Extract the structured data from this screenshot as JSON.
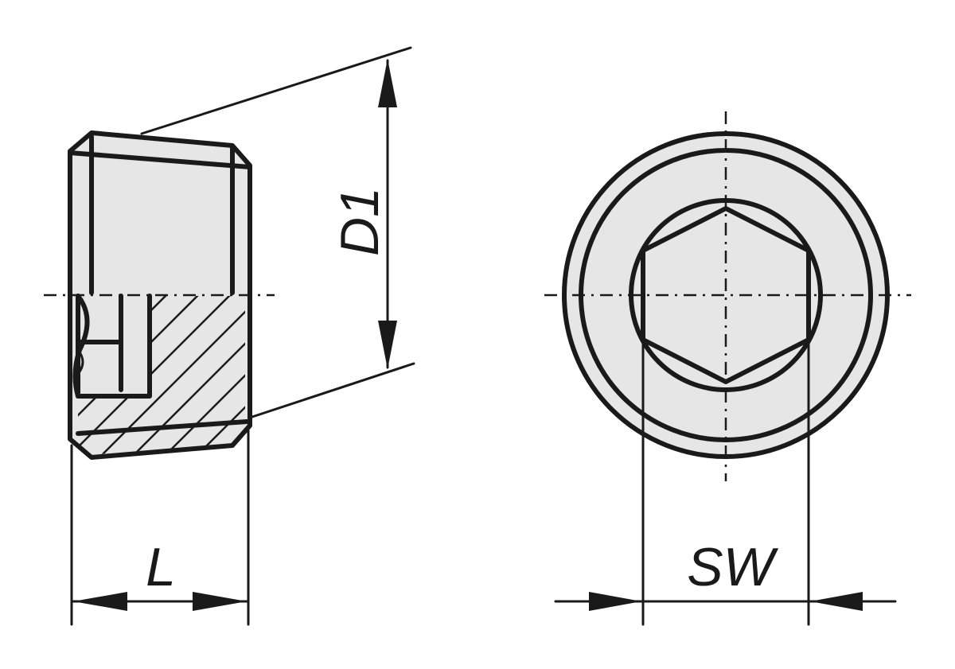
{
  "labels": {
    "d1": "D1",
    "l": "L",
    "sw": "SW"
  },
  "colors": {
    "ink": "#1a1a1a",
    "part_fill": "#e6e6e6",
    "background": "#ffffff"
  }
}
